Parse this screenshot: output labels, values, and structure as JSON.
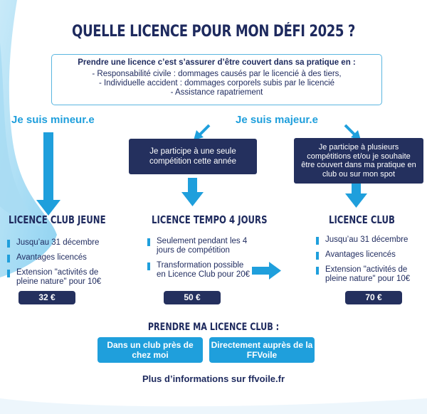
{
  "title": "QUELLE LICENCE POUR MON DÉFI 2025 ?",
  "info": {
    "lead": "Prendre une licence c’est s’assurer d’être couvert dans sa pratique en :",
    "items": [
      "-    Responsabilité civile : dommages causés par le licencié à des tiers,",
      "-    Individuelle accident : dommages corporels subis par le licencié",
      "-    Assistance rapatriement"
    ]
  },
  "minor_label": "Je suis mineur.e",
  "major_label": "Je suis majeur.e",
  "choice_single": "Je participe à une seule compétition cette année",
  "choice_multi": "Je participe à plusieurs compétitions et/ou je souhaite être couvert dans ma pratique en club ou sur mon spot",
  "licences": [
    {
      "name": "LICENCE CLUB JEUNE",
      "features": [
        "Jusqu’au 31 décembre",
        "Avantages licencés",
        "Extension \"activités de pleine nature\" pour 10€"
      ],
      "price": "32 €"
    },
    {
      "name": "LICENCE TEMPO 4 JOURS",
      "features": [
        "Seulement pendant les 4 jours de compétition",
        "Transformation possible en Licence Club pour 20€"
      ],
      "price": "50 €"
    },
    {
      "name": "LICENCE CLUB",
      "features": [
        "Jusqu’au 31 décembre",
        "Avantages licencés",
        "Extension \"activités de pleine nature\" pour 10€"
      ],
      "price": "70 €"
    }
  ],
  "cta": {
    "title": "PRENDRE MA LICENCE CLUB :",
    "club_button": "Dans un club près de chez moi",
    "ffvoile_button": "Directement auprès de la FFVoile"
  },
  "more_info": "Plus d’informations sur ffvoile.fr",
  "colors": {
    "navy": "#24305e",
    "accent": "#1f9fdc",
    "title": "#1e2a5e"
  }
}
